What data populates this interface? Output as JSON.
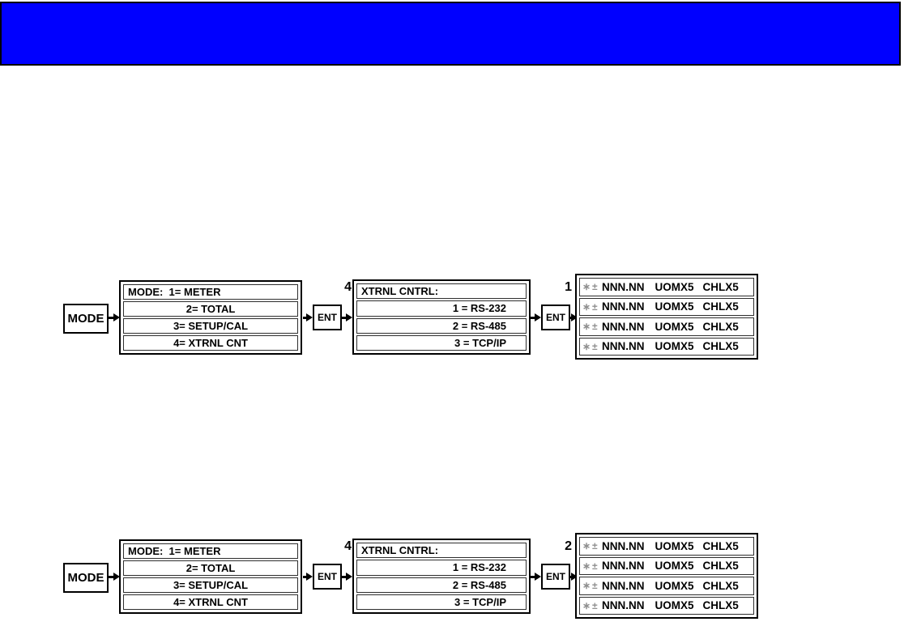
{
  "banner": {
    "color": "#0000ff"
  },
  "colors": {
    "sym_gray": "#8f8f8f"
  },
  "flows": [
    {
      "mode_label": "MODE",
      "main_menu": [
        "MODE:  1= METER",
        "2= TOTAL",
        "3= SETUP/CAL",
        "4= XTRNL CNT"
      ],
      "ent1_label": "ENT",
      "selection_digit": "4",
      "xtrnl_menu": [
        "XTRNL CNTRL:",
        "1 = RS-232",
        "2 = RS-485",
        "3 = TCP/IP"
      ],
      "ent2_label": "ENT",
      "channel_digit": "1",
      "display_rows": [
        {
          "sym": "∗±",
          "value": "NNN.NN",
          "uom": "UOMX5",
          "chl": "CHLX5"
        },
        {
          "sym": "∗±",
          "value": "NNN.NN",
          "uom": "UOMX5",
          "chl": "CHLX5"
        },
        {
          "sym": "∗±",
          "value": "NNN.NN",
          "uom": "UOMX5",
          "chl": "CHLX5"
        },
        {
          "sym": "∗±",
          "value": "NNN.NN",
          "uom": "UOMX5",
          "chl": "CHLX5"
        }
      ]
    },
    {
      "mode_label": "MODE",
      "main_menu": [
        "MODE:  1= METER",
        "2= TOTAL",
        "3= SETUP/CAL",
        "4= XTRNL CNT"
      ],
      "ent1_label": "ENT",
      "selection_digit": "4",
      "xtrnl_menu": [
        "XTRNL CNTRL:",
        "1 = RS-232",
        "2 = RS-485",
        "3 = TCP/IP"
      ],
      "ent2_label": "ENT",
      "channel_digit": "2",
      "display_rows": [
        {
          "sym": "∗±",
          "value": "NNN.NN",
          "uom": "UOMX5",
          "chl": "CHLX5"
        },
        {
          "sym": "∗±",
          "value": "NNN.NN",
          "uom": "UOMX5",
          "chl": "CHLX5"
        },
        {
          "sym": "∗±",
          "value": "NNN.NN",
          "uom": "UOMX5",
          "chl": "CHLX5"
        },
        {
          "sym": "∗±",
          "value": "NNN.NN",
          "uom": "UOMX5",
          "chl": "CHLX5"
        }
      ]
    }
  ]
}
